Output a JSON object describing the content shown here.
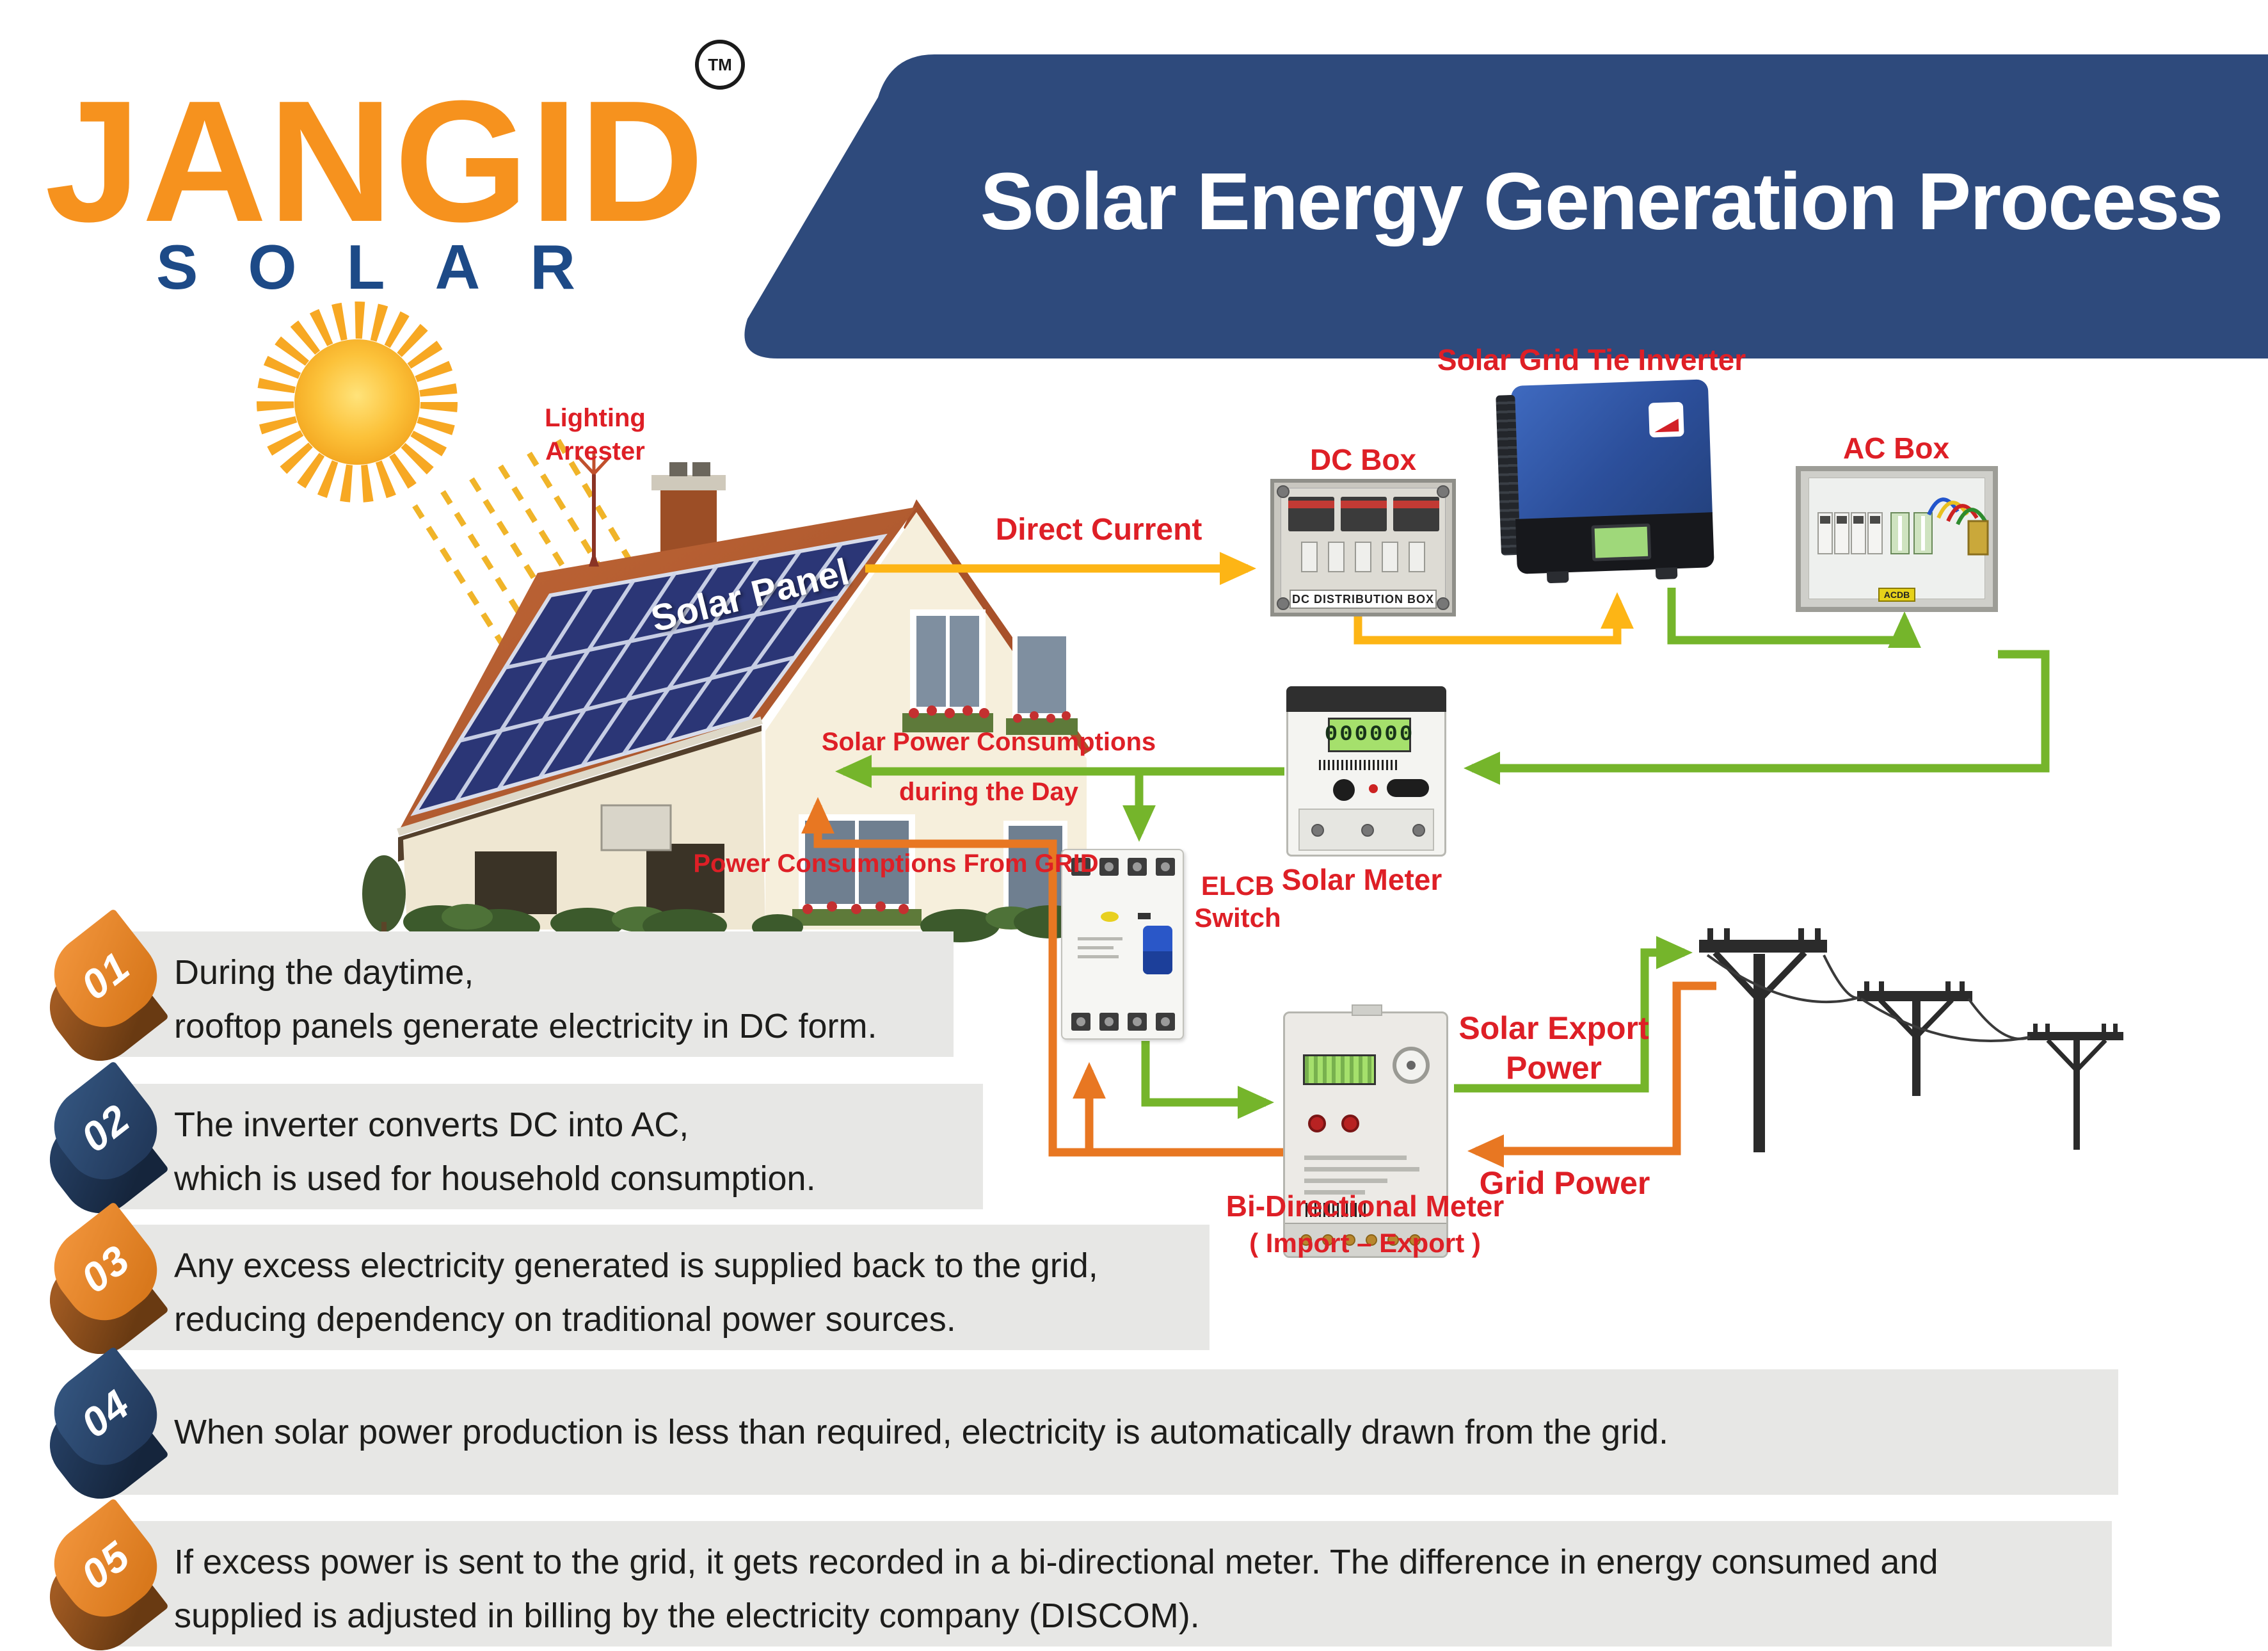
{
  "logo": {
    "name": "JANGID",
    "sub": "SOLAR",
    "tm": "TM"
  },
  "banner": {
    "title": "Solar Energy Generation Process",
    "color": "#2e4a7c"
  },
  "labels": {
    "lighting_arrester_1": "Lighting",
    "lighting_arrester_2": "Arrester",
    "solar_panel": "Solar Panel",
    "direct_current": "Direct Current",
    "dc_box": "DC Box",
    "dc_distribution_box": "DC DISTRIBUTION BOX",
    "inverter": "Solar Grid Tie Inverter",
    "ac_box": "AC Box",
    "acdb": "ACDB",
    "solar_meter": "Solar Meter",
    "meter_reading": "000000",
    "elcb_1": "ELCB",
    "elcb_2": "Switch",
    "solar_consumption_1": "Solar Power Consumptions",
    "solar_consumption_2": "during the Day",
    "grid_consumption": "Power Consumptions From GRID",
    "solar_export_1": "Solar Export",
    "solar_export_2": "Power",
    "grid_power": "Grid Power",
    "bi_meter_1": "Bi-Directional Meter",
    "bi_meter_2": "( Import – Export )"
  },
  "steps": [
    {
      "num": "01",
      "color": "orange",
      "lines": [
        "During the daytime,",
        "rooftop panels generate electricity in DC form."
      ]
    },
    {
      "num": "02",
      "color": "blue",
      "lines": [
        "The inverter converts DC into AC,",
        "which is used for household consumption."
      ]
    },
    {
      "num": "03",
      "color": "orange",
      "lines": [
        "Any excess electricity generated is supplied back to the grid,",
        "reducing dependency on traditional power sources."
      ]
    },
    {
      "num": "04",
      "color": "blue",
      "lines": [
        "When solar power production is less than required, electricity is automatically drawn from the grid."
      ]
    },
    {
      "num": "05",
      "color": "orange",
      "lines": [
        "If excess power is sent to the grid, it gets recorded in a bi-directional meter. The difference in energy consumed and",
        "supplied is adjusted in billing by the electricity company (DISCOM)."
      ]
    }
  ],
  "colors": {
    "logo_orange": "#f6921e",
    "logo_blue": "#1d4a87",
    "banner_navy": "#2e4a7c",
    "label_red": "#de1f26",
    "dc_line_yellow": "#fdb515",
    "ac_line_green": "#75b52b",
    "grid_line_orange": "#e87722",
    "panel_gray": "#e7e7e5"
  }
}
